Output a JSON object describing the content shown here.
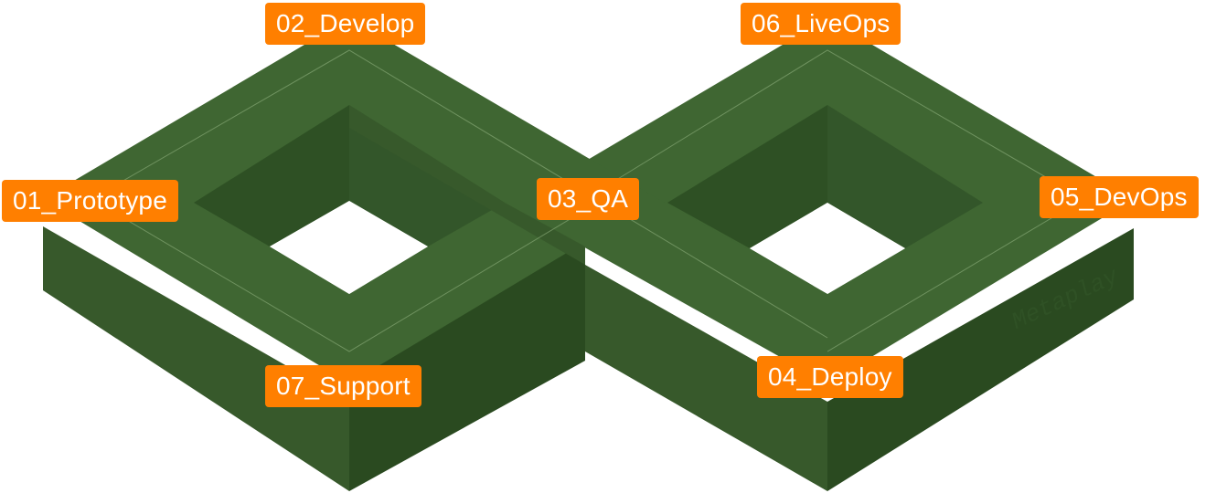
{
  "stages": [
    {
      "id": "02",
      "label": "02_Develop"
    },
    {
      "id": "06",
      "label": "06_LiveOps"
    },
    {
      "id": "01",
      "label": "01_Prototype"
    },
    {
      "id": "03",
      "label": "03_QA"
    },
    {
      "id": "05",
      "label": "05_DevOps"
    },
    {
      "id": "07",
      "label": "07_Support"
    },
    {
      "id": "04",
      "label": "04_Deploy"
    }
  ],
  "watermark": "Metaplay",
  "colors": {
    "top_face": "#3F6632",
    "inner_dark": "#33562A",
    "side_left": "#37592B",
    "side_right": "#2A4A20",
    "label_bg": "#FF7F00",
    "label_text": "#FFFFFF"
  }
}
